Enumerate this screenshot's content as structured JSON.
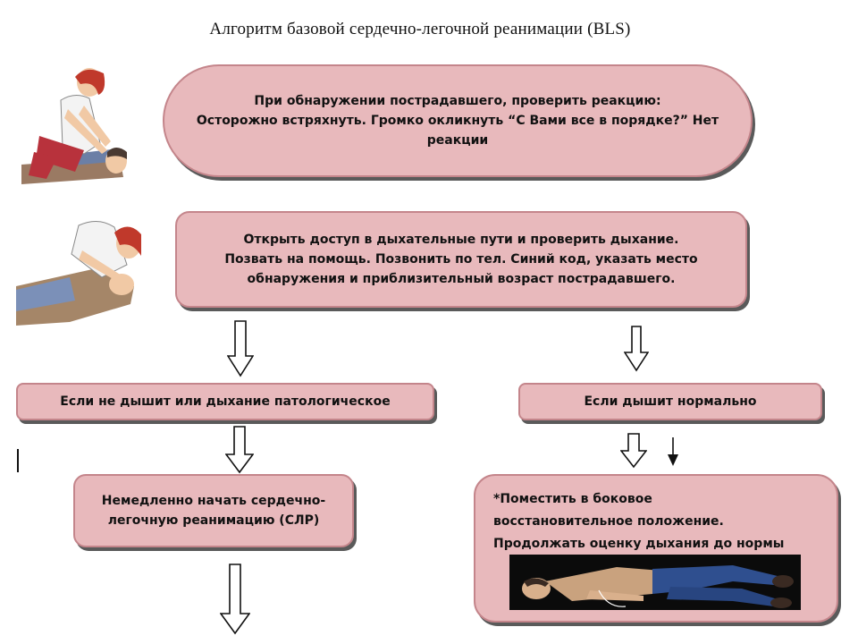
{
  "title": "Алгоритм базовой сердечно-легочной реанимации (BLS)",
  "steps": {
    "check_response": {
      "lines": [
        "При обнаружении пострадавшего, проверить реакцию:",
        "Осторожно встряхнуть.  Громко окликнуть “С Вами все в порядке?” Нет",
        "реакции"
      ]
    },
    "airway": {
      "lines": [
        "Открыть доступ в дыхательные пути и проверить дыхание.",
        "Позвать на помощь. Позвонить по тел. Синий код, указать место",
        "обнаружения  и приблизительный возраст пострадавшего."
      ]
    },
    "not_breathing": {
      "label": "Если не дышит или дыхание патологическое"
    },
    "breathing_normal": {
      "label": "Если дышит нормально"
    },
    "start_cpr": {
      "lines": [
        "Немедленно начать сердечно-",
        "легочную реанимацию  (СЛР)"
      ]
    },
    "recovery_position": {
      "lines": [
        "*Поместить  в боковое",
        "восстановительное  положение.",
        "Продолжать оценку дыхания до нормы"
      ]
    }
  },
  "colors": {
    "box_fill": "#e8b9bc",
    "box_border": "#c4858b",
    "box_shadow": "#5a5a5a"
  },
  "icons": [
    "rescuer-checking-victim-icon",
    "rescuer-checking-breathing-icon",
    "recovery-position-photo"
  ]
}
